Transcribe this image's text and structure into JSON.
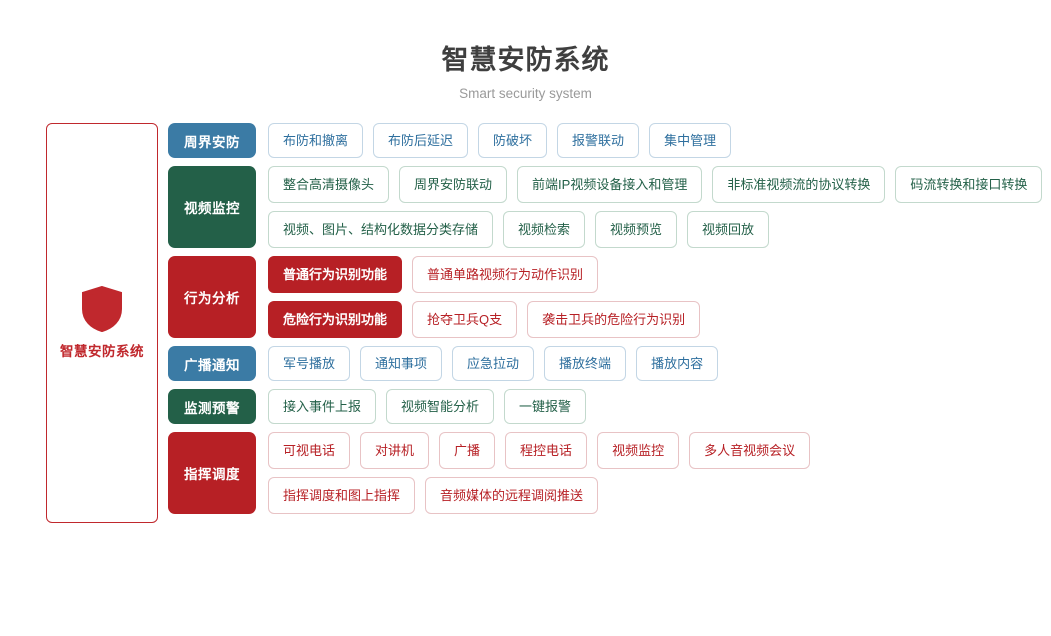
{
  "header": {
    "title": "智慧安防系统",
    "subtitle": "Smart security system"
  },
  "root": {
    "icon": "shield-icon",
    "label": "智慧安防系统"
  },
  "colors": {
    "blue": "#3b7ba5",
    "green": "#236048",
    "red": "#b72025",
    "root_border": "#c0282d",
    "title": "#3f3f3f",
    "subtitle": "#9a9a9a"
  },
  "branches": [
    {
      "id": "perimeter-security",
      "category": "周界安防",
      "theme": "blue",
      "rows": [
        [
          {
            "label": "布防和撤离",
            "solid": false
          },
          {
            "label": "布防后延迟",
            "solid": false
          },
          {
            "label": "防破坏",
            "solid": false
          },
          {
            "label": "报警联动",
            "solid": false
          },
          {
            "label": "集中管理",
            "solid": false
          }
        ]
      ]
    },
    {
      "id": "video-surveillance",
      "category": "视频监控",
      "theme": "green",
      "rows": [
        [
          {
            "label": "整合高清摄像头",
            "solid": false
          },
          {
            "label": "周界安防联动",
            "solid": false
          },
          {
            "label": "前端IP视频设备接入和管理",
            "solid": false
          },
          {
            "label": "非标准视频流的协议转换",
            "solid": false
          },
          {
            "label": "码流转换和接口转换",
            "solid": false
          }
        ],
        [
          {
            "label": "视频、图片、结构化数据分类存储",
            "solid": false
          },
          {
            "label": "视频检索",
            "solid": false
          },
          {
            "label": "视频预览",
            "solid": false
          },
          {
            "label": "视频回放",
            "solid": false
          }
        ]
      ]
    },
    {
      "id": "behavior-analysis",
      "category": "行为分析",
      "theme": "red",
      "rows": [
        [
          {
            "label": "普通行为识别功能",
            "solid": true
          },
          {
            "label": "普通单路视频行为动作识别",
            "solid": false
          }
        ],
        [
          {
            "label": "危险行为识别功能",
            "solid": true
          },
          {
            "label": "抢夺卫兵Q支",
            "solid": false
          },
          {
            "label": "袭击卫兵的危险行为识别",
            "solid": false
          }
        ]
      ]
    },
    {
      "id": "broadcast-notification",
      "category": "广播通知",
      "theme": "blue",
      "rows": [
        [
          {
            "label": "军号播放",
            "solid": false
          },
          {
            "label": "通知事项",
            "solid": false
          },
          {
            "label": "应急拉动",
            "solid": false
          },
          {
            "label": "播放终端",
            "solid": false
          },
          {
            "label": "播放内容",
            "solid": false
          }
        ]
      ]
    },
    {
      "id": "monitoring-alert",
      "category": "监测预警",
      "theme": "green",
      "rows": [
        [
          {
            "label": "接入事件上报",
            "solid": false
          },
          {
            "label": "视频智能分析",
            "solid": false
          },
          {
            "label": "一键报警",
            "solid": false
          }
        ]
      ]
    },
    {
      "id": "command-dispatch",
      "category": "指挥调度",
      "theme": "red",
      "rows": [
        [
          {
            "label": "可视电话",
            "solid": false
          },
          {
            "label": "对讲机",
            "solid": false
          },
          {
            "label": "广播",
            "solid": false
          },
          {
            "label": "程控电话",
            "solid": false
          },
          {
            "label": "视频监控",
            "solid": false
          },
          {
            "label": "多人音视频会议",
            "solid": false
          }
        ],
        [
          {
            "label": "指挥调度和图上指挥",
            "solid": false
          },
          {
            "label": "音频媒体的远程调阅推送",
            "solid": false
          }
        ]
      ]
    }
  ]
}
